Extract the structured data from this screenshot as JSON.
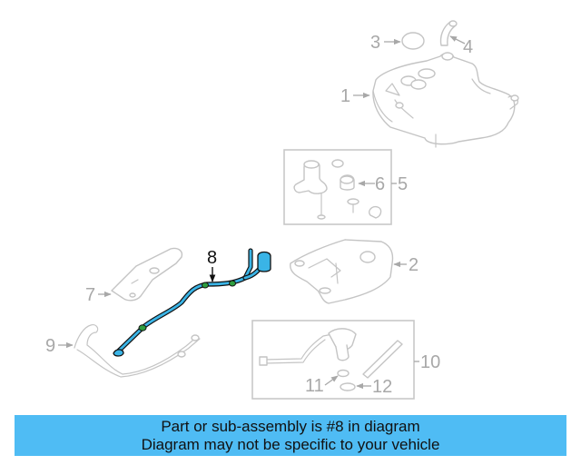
{
  "diagram": {
    "highlighted_part": "8",
    "highlight_color": "#3ab4e6",
    "callouts": [
      {
        "id": "1",
        "label": "1"
      },
      {
        "id": "2",
        "label": "2"
      },
      {
        "id": "3",
        "label": "3"
      },
      {
        "id": "4",
        "label": "4"
      },
      {
        "id": "5",
        "label": "5"
      },
      {
        "id": "6",
        "label": "6"
      },
      {
        "id": "7",
        "label": "7"
      },
      {
        "id": "8",
        "label": "8"
      },
      {
        "id": "9",
        "label": "9"
      },
      {
        "id": "10",
        "label": "10"
      },
      {
        "id": "11",
        "label": "11"
      },
      {
        "id": "12",
        "label": "12"
      }
    ],
    "callout_color": "#a8a8a8",
    "line_color": "#c4c4c4"
  },
  "banner": {
    "line1": "Part or sub-assembly is #8 in diagram",
    "line2": "Diagram may not be specific to your vehicle",
    "background": "#4fbcf4"
  }
}
